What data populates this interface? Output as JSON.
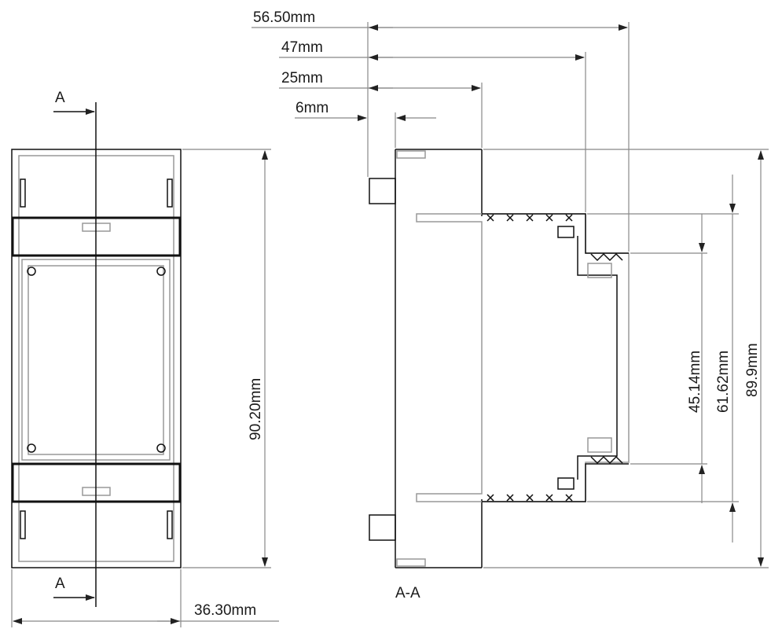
{
  "drawing": {
    "front_view": {
      "section_marker_top": "A",
      "section_marker_bottom": "A",
      "height_dimension": "90.20mm",
      "width_dimension": "36.30mm"
    },
    "section_view": {
      "label": "A-A",
      "top_dimensions": [
        "56.50mm",
        "47mm",
        "25mm",
        "6mm"
      ],
      "right_dimensions": [
        "45.14mm",
        "61.62mm",
        "89.9mm"
      ]
    }
  }
}
